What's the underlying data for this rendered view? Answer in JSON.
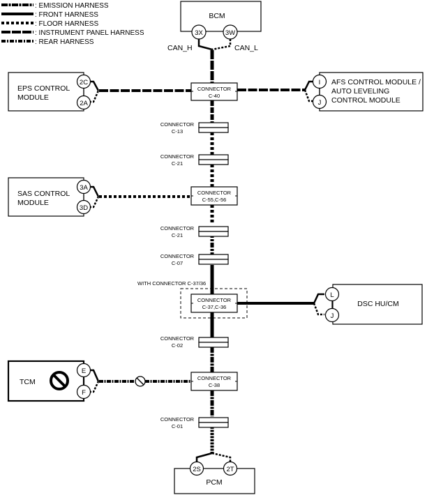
{
  "legend": [
    {
      "id": "emission",
      "label": ": EMISSION HARNESS",
      "style": "emission"
    },
    {
      "id": "front",
      "label": ": FRONT HARNESS",
      "style": "front"
    },
    {
      "id": "floor",
      "label": ": FLOOR HARNESS",
      "style": "floor"
    },
    {
      "id": "instrument",
      "label": ": INSTRUMENT PANEL HARNESS",
      "style": "instrument"
    },
    {
      "id": "rear",
      "label": ": REAR HARNESS",
      "style": "rear"
    }
  ],
  "modules": {
    "bcm": {
      "name": "BCM",
      "pins": [
        "3X",
        "3W"
      ],
      "signals": [
        "CAN_H",
        "CAN_L"
      ]
    },
    "eps": {
      "name_lines": [
        "EPS CONTROL",
        "MODULE"
      ],
      "pins": [
        "2C",
        "2A"
      ]
    },
    "afs": {
      "name_lines": [
        "AFS CONTROL MODULE /",
        "AUTO LEVELING",
        "CONTROL MODULE"
      ],
      "pins": [
        "I",
        "J"
      ]
    },
    "sas": {
      "name_lines": [
        "SAS CONTROL",
        "MODULE"
      ],
      "pins": [
        "3A",
        "3D"
      ]
    },
    "dsc": {
      "name": "DSC HU/CM",
      "pins": [
        "L",
        "J"
      ]
    },
    "tcm": {
      "name": "TCM",
      "pins": [
        "E",
        "F"
      ],
      "status_icon": "prohibited-icon"
    },
    "pcm": {
      "name": "PCM",
      "pins": [
        "2S",
        "2T"
      ]
    }
  },
  "connectors": {
    "c40": {
      "label": "CONNECTOR",
      "id": "C-40"
    },
    "c13": {
      "label": "CONNECTOR",
      "id": "C-13"
    },
    "c21a": {
      "label": "CONNECTOR",
      "id": "C-21"
    },
    "c55": {
      "label": "CONNECTOR",
      "id": "C-55,C-56"
    },
    "c21b": {
      "label": "CONNECTOR",
      "id": "C-21"
    },
    "c07": {
      "label": "CONNECTOR",
      "id": "C-07"
    },
    "c37": {
      "label": "CONNECTOR",
      "id": "C-37,C-36",
      "option_label": "WITH CONNECTOR C-37/36"
    },
    "c02": {
      "label": "CONNECTOR",
      "id": "C-02"
    },
    "c38": {
      "label": "CONNECTOR",
      "id": "C-38"
    },
    "c01": {
      "label": "CONNECTOR",
      "id": "C-01"
    }
  },
  "colors": {
    "line": "#000000",
    "background": "#ffffff"
  }
}
